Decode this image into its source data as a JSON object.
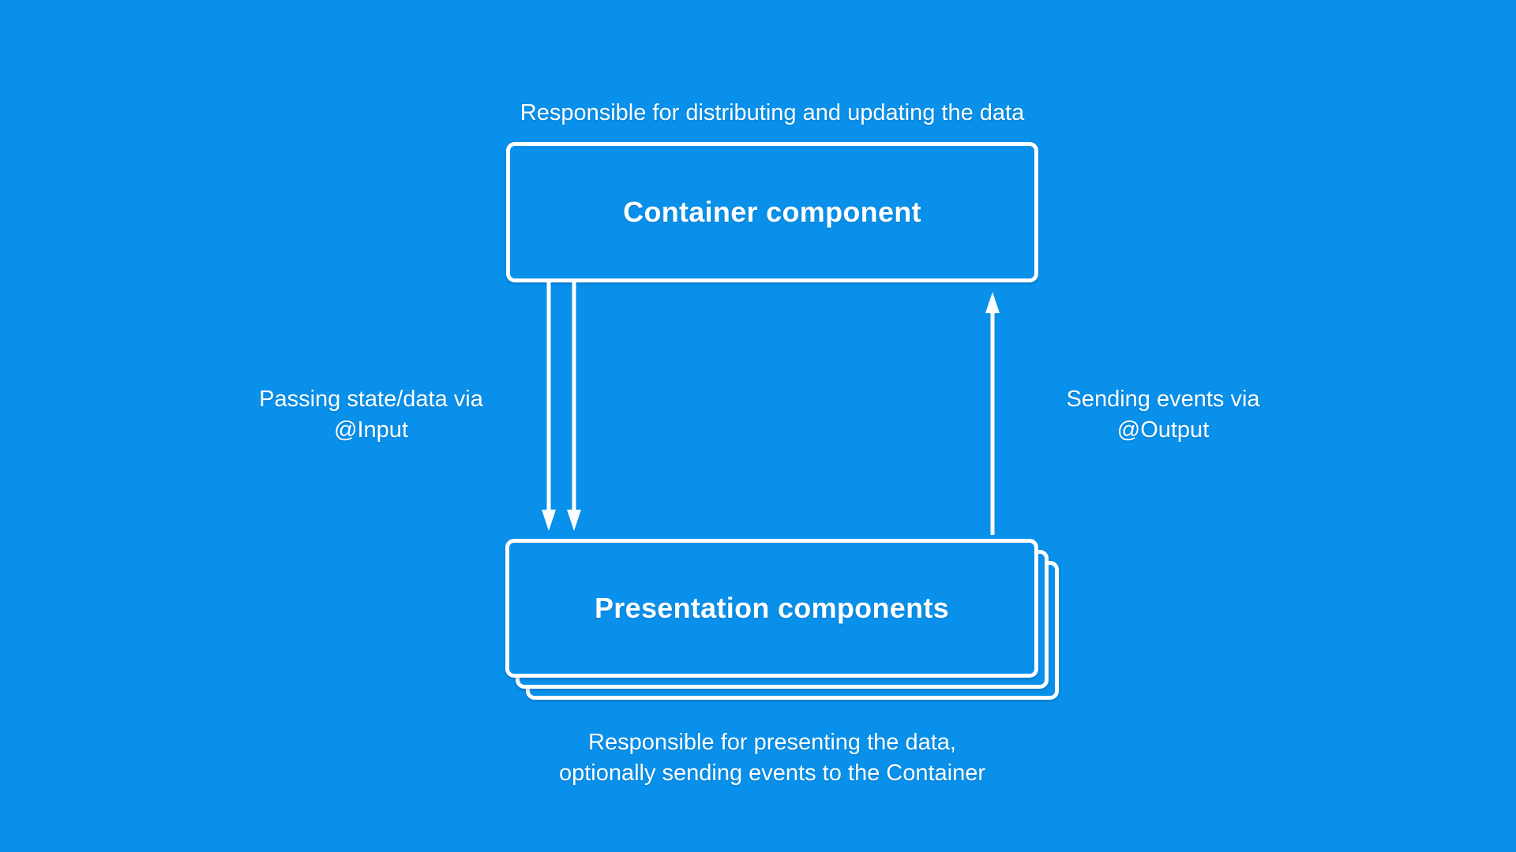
{
  "colors": {
    "background": "#0890ea",
    "stroke": "#ffffff",
    "text": "#ffffff"
  },
  "captions": {
    "top": "Responsible for distributing and updating the data",
    "bottom": "Responsible for presenting the data,\noptionally sending events to the Container"
  },
  "nodes": {
    "container": {
      "label": "Container component"
    },
    "presentation": {
      "label": "Presentation components",
      "stacked_layers": 3
    }
  },
  "edges": {
    "input": {
      "label": "Passing state/data via\n@Input",
      "direction": "down",
      "arrow_count": 2
    },
    "output": {
      "label": "Sending events via\n@Output",
      "direction": "up",
      "arrow_count": 1
    }
  }
}
